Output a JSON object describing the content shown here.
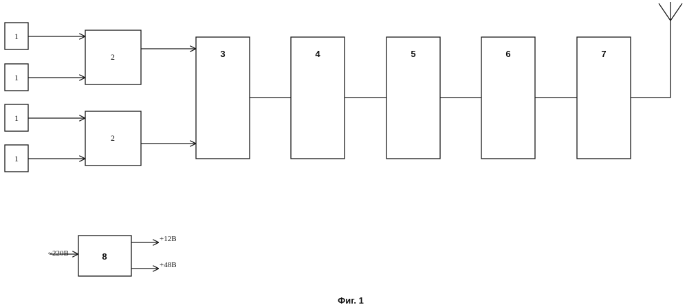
{
  "blocks": {
    "sensor_1a": "1",
    "sensor_1b": "1",
    "sensor_1c": "1",
    "sensor_1d": "1",
    "combiner_2a": "2",
    "combiner_2b": "2",
    "block_3": "3",
    "block_4": "4",
    "block_5": "5",
    "block_6": "6",
    "block_7": "7",
    "power_8": "8"
  },
  "power": {
    "input_label": "~220В",
    "output_12": "+12В",
    "output_48": "+48В"
  },
  "caption": "Фиг. 1",
  "colors": {
    "stroke": "#1a1a1a",
    "background": "#ffffff"
  }
}
